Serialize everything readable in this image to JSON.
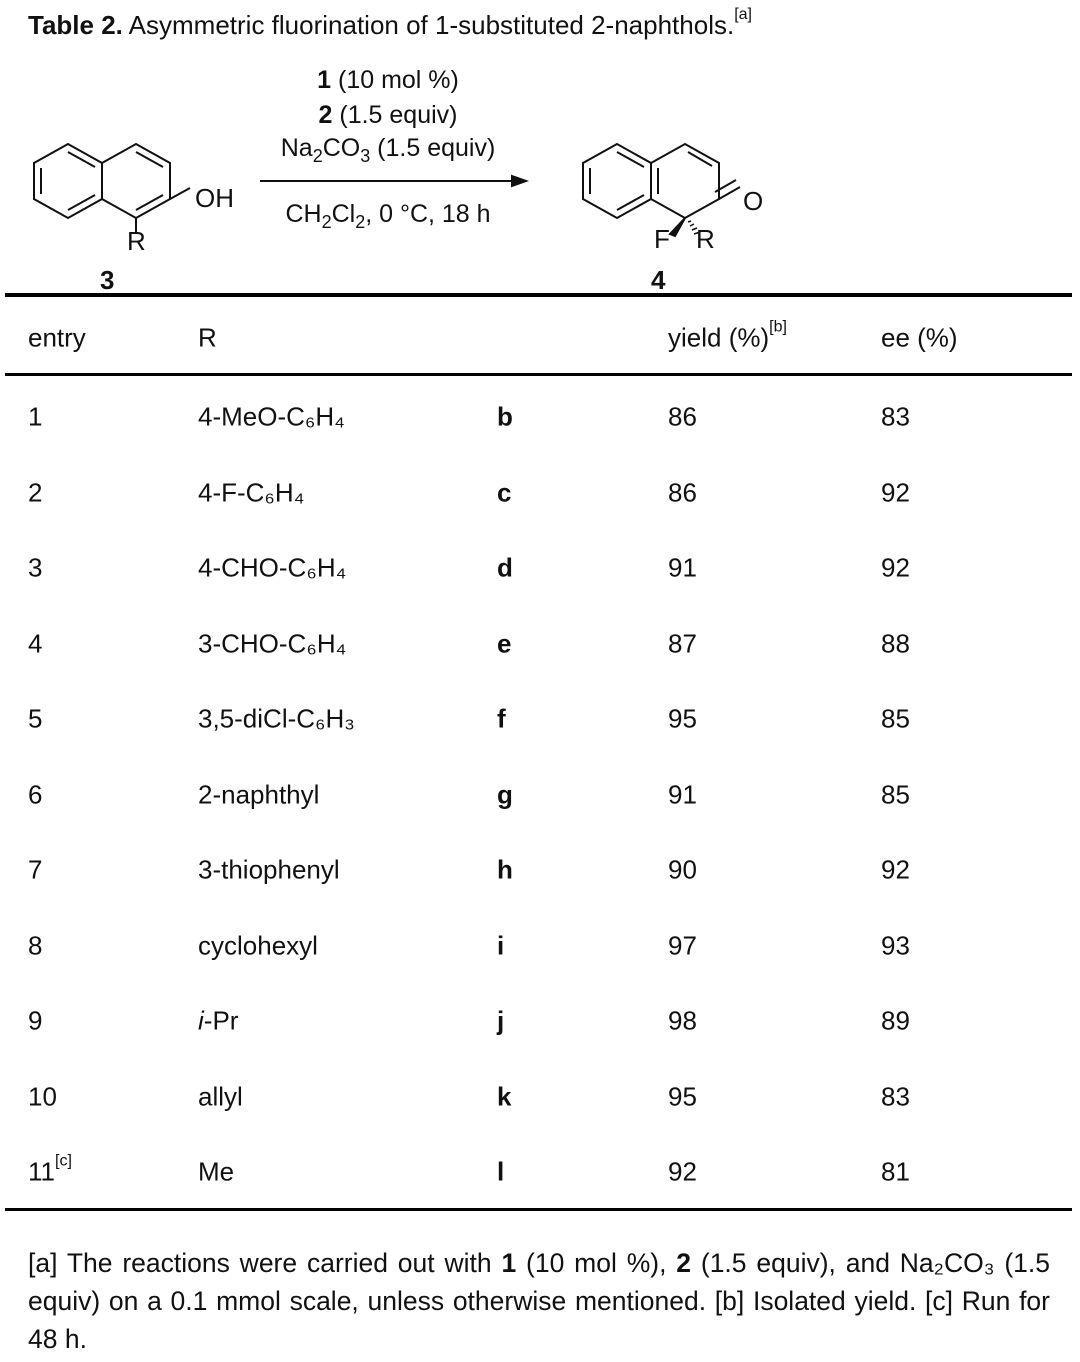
{
  "title": {
    "label": "Table 2.",
    "text": " Asymmetric fluorination of 1-substituted 2-naphthols.",
    "note": "[a]"
  },
  "scheme": {
    "reagent1": {
      "num": "1",
      "text": " (10 mol %)"
    },
    "reagent2": {
      "num": "2",
      "text": " (1.5 equiv)"
    },
    "base": {
      "a": "Na",
      "s1": "2",
      "b": "CO",
      "s2": "3",
      "c": " (1.5 equiv)"
    },
    "conditions": {
      "a": "CH",
      "s1": "2",
      "b": "Cl",
      "s2": "2",
      "c": ", 0 °C, 18 h"
    },
    "substrate_label": "3",
    "product_label": "4",
    "oh": "OH",
    "r": "R",
    "f": "F",
    "o": "O"
  },
  "headers": {
    "entry": "entry",
    "r": "R",
    "yield": "yield (%)",
    "yield_note": "[b]",
    "ee": "ee (%)"
  },
  "rows": [
    {
      "entry": "1",
      "note": "",
      "r": "4-MeO-C₆H₄",
      "cmpd": "b",
      "yield": "86",
      "ee": "83"
    },
    {
      "entry": "2",
      "note": "",
      "r": "4-F-C₆H₄",
      "cmpd": "c",
      "yield": "86",
      "ee": "92"
    },
    {
      "entry": "3",
      "note": "",
      "r": "4-CHO-C₆H₄",
      "cmpd": "d",
      "yield": "91",
      "ee": "92"
    },
    {
      "entry": "4",
      "note": "",
      "r": "3-CHO-C₆H₄",
      "cmpd": "e",
      "yield": "87",
      "ee": "88"
    },
    {
      "entry": "5",
      "note": "",
      "r": "3,5-diCl-C₆H₃",
      "cmpd": "f",
      "yield": "95",
      "ee": "85"
    },
    {
      "entry": "6",
      "note": "",
      "r": "2-naphthyl",
      "cmpd": "g",
      "yield": "91",
      "ee": "85"
    },
    {
      "entry": "7",
      "note": "",
      "r": "3-thiophenyl",
      "cmpd": "h",
      "yield": "90",
      "ee": "92"
    },
    {
      "entry": "8",
      "note": "",
      "r": "cyclohexyl",
      "cmpd": "i",
      "yield": "97",
      "ee": "93"
    },
    {
      "entry": "9",
      "note": "",
      "r_italic": "i",
      "r": "-Pr",
      "cmpd": "j",
      "yield": "98",
      "ee": "89"
    },
    {
      "entry": "10",
      "note": "",
      "r": "allyl",
      "cmpd": "k",
      "yield": "95",
      "ee": "83"
    },
    {
      "entry": "11",
      "note": "[c]",
      "r": "Me",
      "cmpd": "l",
      "yield": "92",
      "ee": "81"
    }
  ],
  "footnote": {
    "a": "[a] The reactions were carried out with ",
    "n1": "1",
    "b": " (10 mol %), ",
    "n2": "2",
    "c": " (1.5 equiv), and Na₂CO₃ (1.5 equiv) on a 0.1 mmol scale, unless otherwise mentioned. [b] Isolated yield. [c] Run for 48 h."
  }
}
